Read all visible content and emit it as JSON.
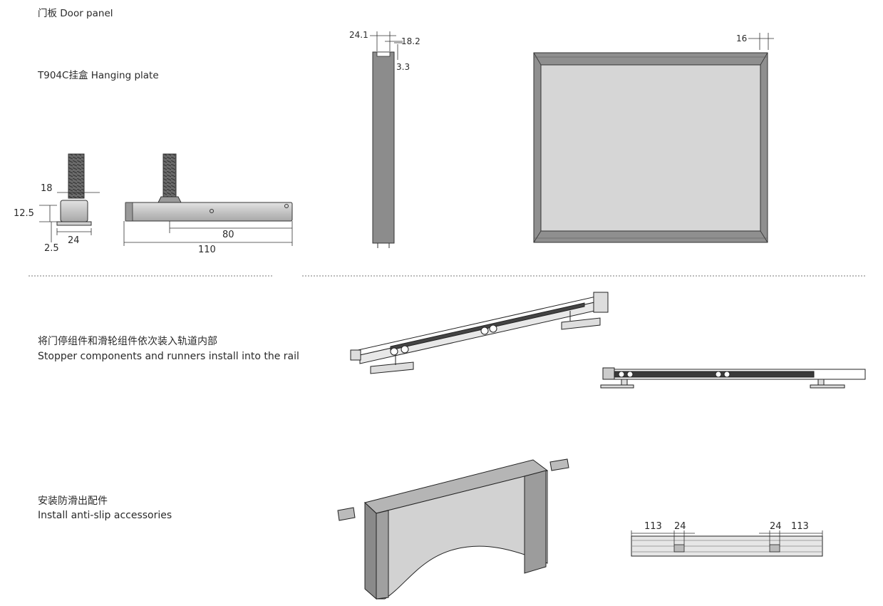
{
  "sections": {
    "door_panel": "门板  Door panel",
    "hanging_plate": "T904C挂盒  Hanging plate",
    "stopper": {
      "cn": "将门停组件和滑轮组件依次装入轨道内部",
      "en": "Stopper components and runners install into the rail"
    },
    "anti_slip": {
      "cn": "安装防滑出配件",
      "en": "Install anti-slip accessories"
    }
  },
  "dimensions": {
    "plate_side": {
      "width_top": "18",
      "height": "12.5",
      "width": "24",
      "offset": "2.5"
    },
    "plate_front": {
      "bolt_to_end": "80",
      "length": "110"
    },
    "profile": {
      "width": "24.1",
      "inner": "18.2",
      "lip": "3.3"
    },
    "frame": {
      "border": "16"
    },
    "rail_positions": {
      "left_offset": "113",
      "left_width": "24",
      "right_width": "24",
      "right_offset": "113"
    }
  },
  "colors": {
    "frame_gray": "#8f8f8f",
    "panel_fill": "#d6d6d6",
    "profile_fill": "#8c8c8c",
    "bolt": "#555555",
    "plate_body": "#bdbdbd"
  }
}
